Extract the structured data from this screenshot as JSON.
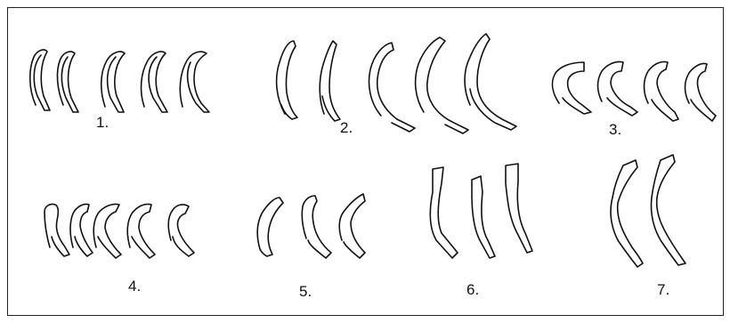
{
  "figure": {
    "groups": [
      {
        "label": "1.",
        "count": 5
      },
      {
        "label": "2.",
        "count": 5
      },
      {
        "label": "3.",
        "count": 4
      },
      {
        "label": "4.",
        "count": 5
      },
      {
        "label": "5.",
        "count": 3
      },
      {
        "label": "6.",
        "count": 3
      },
      {
        "label": "7.",
        "count": 2
      }
    ]
  }
}
